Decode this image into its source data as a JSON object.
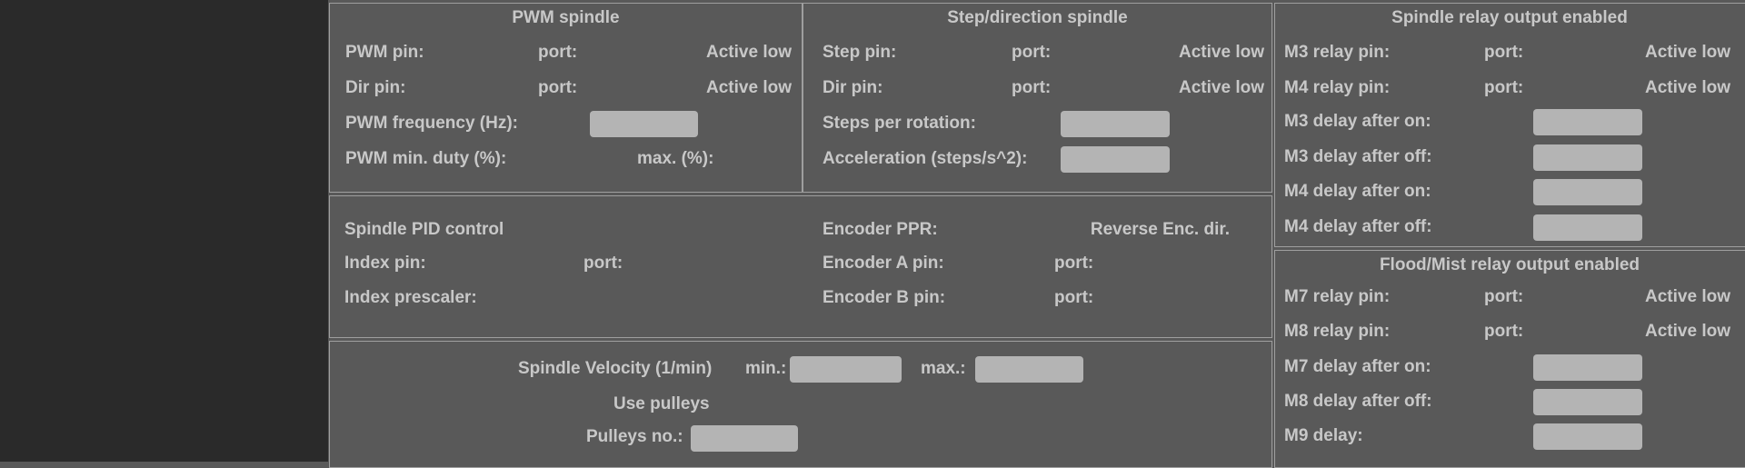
{
  "colors": {
    "background": "#595959",
    "left_panel": "#2a2a2a",
    "text": "#c8c8c8",
    "box_border": "#9f9f9f",
    "input_bg": "#b4b4b4"
  },
  "pwm_spindle": {
    "title": "PWM spindle",
    "rows": [
      {
        "label": "PWM pin:",
        "port": "port:",
        "active": "Active low"
      },
      {
        "label": "Dir pin:",
        "port": "port:",
        "active": "Active low"
      }
    ],
    "freq_label": "PWM frequency (Hz):",
    "freq_value": "",
    "min_duty_label": "PWM min. duty (%):",
    "max_duty_label": "max. (%):"
  },
  "step_spindle": {
    "title": "Step/direction spindle",
    "rows": [
      {
        "label": "Step pin:",
        "port": "port:",
        "active": "Active low"
      },
      {
        "label": "Dir pin:",
        "port": "port:",
        "active": "Active low"
      }
    ],
    "steps_label": "Steps per rotation:",
    "steps_value": "",
    "accel_label": "Acceleration (steps/s^2):",
    "accel_value": ""
  },
  "spindle_relay": {
    "title": "Spindle relay output enabled",
    "pin_rows": [
      {
        "label": "M3 relay pin:",
        "port": "port:",
        "active": "Active low"
      },
      {
        "label": "M4 relay pin:",
        "port": "port:",
        "active": "Active low"
      }
    ],
    "delay_rows": [
      {
        "label": "M3 delay after on:",
        "value": ""
      },
      {
        "label": "M3 delay after off:",
        "value": ""
      },
      {
        "label": "M4 delay after on:",
        "value": ""
      },
      {
        "label": "M4 delay after off:",
        "value": ""
      }
    ]
  },
  "pid": {
    "title": "Spindle PID control",
    "index_pin_label": "Index pin:",
    "index_pin_port": "port:",
    "index_prescaler_label": "Index prescaler:",
    "encoder_ppr_label": "Encoder PPR:",
    "reverse_label": "Reverse Enc. dir.",
    "encoder_a_label": "Encoder A pin:",
    "encoder_a_port": "port:",
    "encoder_b_label": "Encoder B pin:",
    "encoder_b_port": "port:"
  },
  "velocity": {
    "title": "Spindle Velocity (1/min)",
    "min_label": "min.:",
    "min_value": "",
    "max_label": "max.:",
    "max_value": "",
    "use_pulleys_label": "Use pulleys",
    "pulleys_no_label": "Pulleys no.:",
    "pulleys_no_value": ""
  },
  "flood_mist": {
    "title": "Flood/Mist relay output enabled",
    "pin_rows": [
      {
        "label": "M7 relay pin:",
        "port": "port:",
        "active": "Active low"
      },
      {
        "label": "M8 relay pin:",
        "port": "port:",
        "active": "Active low"
      }
    ],
    "delay_rows": [
      {
        "label": "M7 delay after on:",
        "value": ""
      },
      {
        "label": "M8 delay after off:",
        "value": ""
      },
      {
        "label": "M9 delay:",
        "value": ""
      }
    ]
  }
}
